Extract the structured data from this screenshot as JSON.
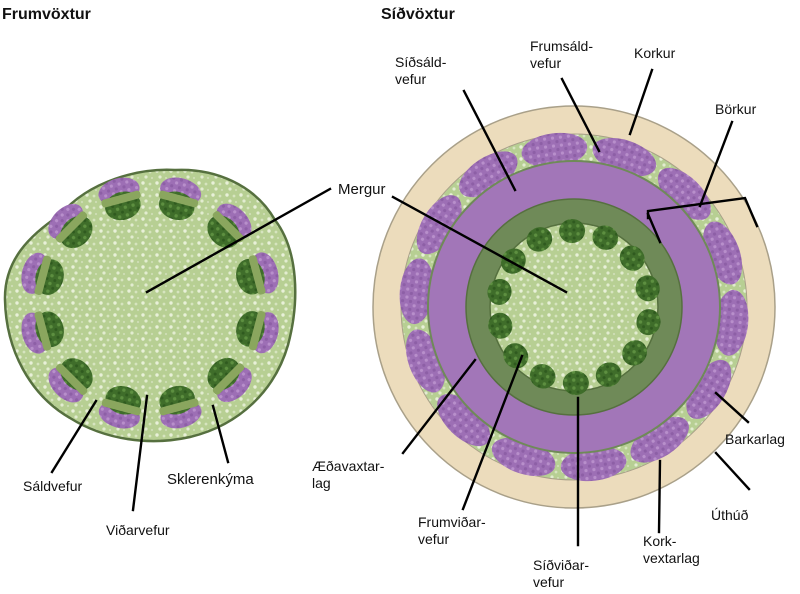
{
  "left": {
    "title": "Frumvöxtur",
    "labels": {
      "mergur": "Mergur",
      "saldvefur": "Sáldvefur",
      "vidarvefur": "Viðarvefur",
      "sklerenkyma": "Sklerenkýma"
    }
  },
  "right": {
    "title": "Síðvöxtur",
    "labels": {
      "sidsald_1": "Síðsáld-",
      "sidsald_2": "vefur",
      "frumsald_1": "Frumsáld-",
      "frumsald_2": "vefur",
      "korkur": "Korkur",
      "borkur": "Börkur",
      "barkarlag": "Barkarlag",
      "uthud": "Úthúð",
      "kork_1": "Kork-",
      "kork_2": "vextarlag",
      "sidvidar_1": "Síðviðar-",
      "sidvidar_2": "vefur",
      "frumvidar_1": "Frumviðar-",
      "frumvidar_2": "vefur",
      "aedavaxtar_1": "Æðavaxtar-",
      "aedavaxtar_2": "lag"
    }
  },
  "colors": {
    "ground": "#b1c98c",
    "ground_edge": "#56703f",
    "xylem": "#4f7d33",
    "phloem": "#a276b8",
    "sclerenchyma": "#8aa65e",
    "cambium_ring": "#6f8a58",
    "cork": "#ecdcbc",
    "leader": "#000000"
  }
}
